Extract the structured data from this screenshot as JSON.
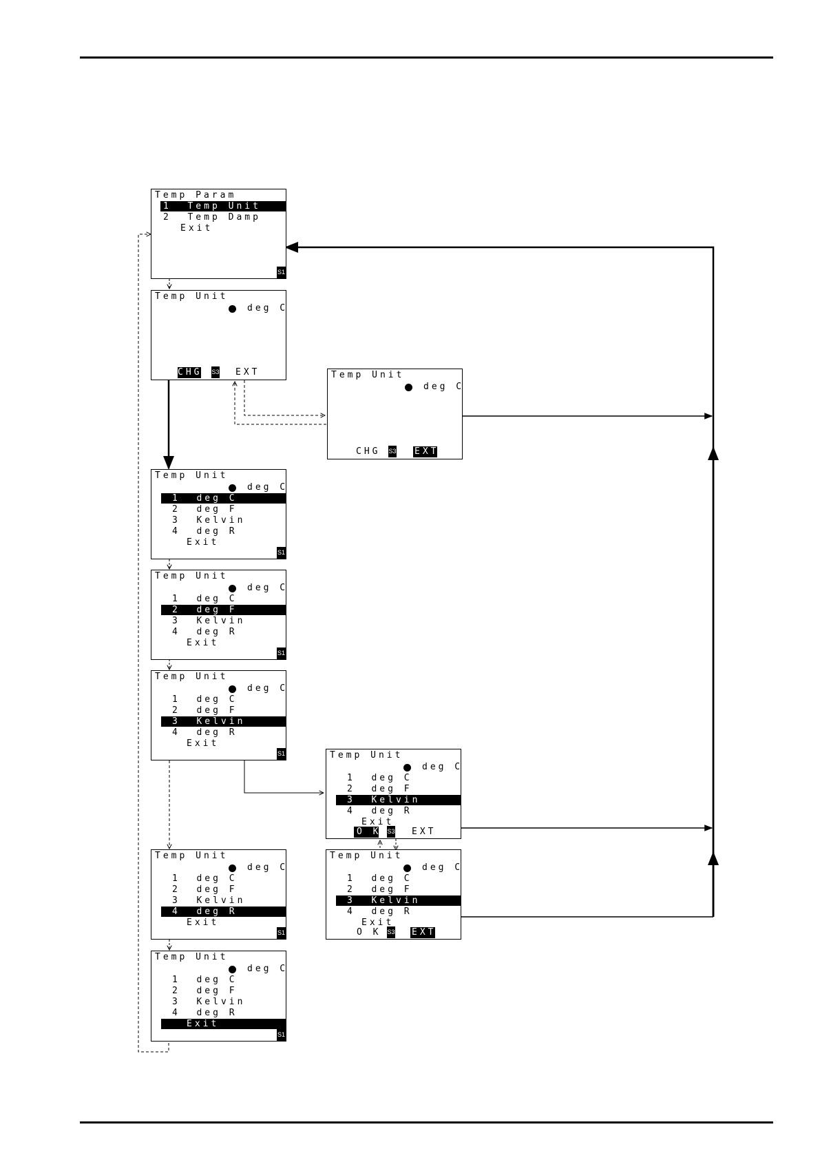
{
  "screens": {
    "temp_param": {
      "title": "Temp Param",
      "item1": "1  Temp Unit",
      "item2": "2  Temp Damp",
      "exit": "Exit",
      "badge": "S1"
    },
    "temp_unit_main": {
      "title": "Temp Unit",
      "unit": "deg C",
      "chg": "CHG",
      "badge": "S3",
      "ext": "EXT"
    },
    "temp_unit_ext": {
      "title": "Temp Unit",
      "unit": "deg C",
      "chg": "CHG",
      "badge": "S3",
      "ext": "EXT"
    },
    "select_degc": {
      "title": "Temp Unit",
      "unit": "deg C",
      "items": [
        "1  deg C",
        "2  deg F",
        "3  Kelvin",
        "4  deg R",
        "Exit"
      ],
      "badge": "S1"
    },
    "select_degf": {
      "title": "Temp Unit",
      "unit": "deg C",
      "items": [
        "1  deg C",
        "2  deg F",
        "3  Kelvin",
        "4  deg R",
        "Exit"
      ],
      "badge": "S1"
    },
    "select_kelvin": {
      "title": "Temp Unit",
      "unit": "deg C",
      "items": [
        "1  deg C",
        "2  deg F",
        "3  Kelvin",
        "4  deg R",
        "Exit"
      ],
      "badge": "S1"
    },
    "select_degr": {
      "title": "Temp Unit",
      "unit": "deg C",
      "items": [
        "1  deg C",
        "2  deg F",
        "3  Kelvin",
        "4  deg R",
        "Exit"
      ],
      "badge": "S1"
    },
    "select_exit": {
      "title": "Temp Unit",
      "unit": "deg C",
      "items": [
        "1  deg C",
        "2  deg F",
        "3  Kelvin",
        "4  deg R",
        "Exit"
      ],
      "badge": "S1"
    },
    "confirm_ok": {
      "title": "Temp Unit",
      "unit": "deg C",
      "items": [
        "1  deg C",
        "2  deg F",
        "3  Kelvin",
        "4  deg R",
        "Exit"
      ],
      "ok": "O K",
      "badge": "S3",
      "ext": "EXT"
    },
    "confirm_ext": {
      "title": "Temp Unit",
      "unit": "deg C",
      "items": [
        "1  deg C",
        "2  deg F",
        "3  Kelvin",
        "4  deg R",
        "Exit"
      ],
      "ok": "O K",
      "badge": "S3",
      "ext": "EXT"
    }
  }
}
